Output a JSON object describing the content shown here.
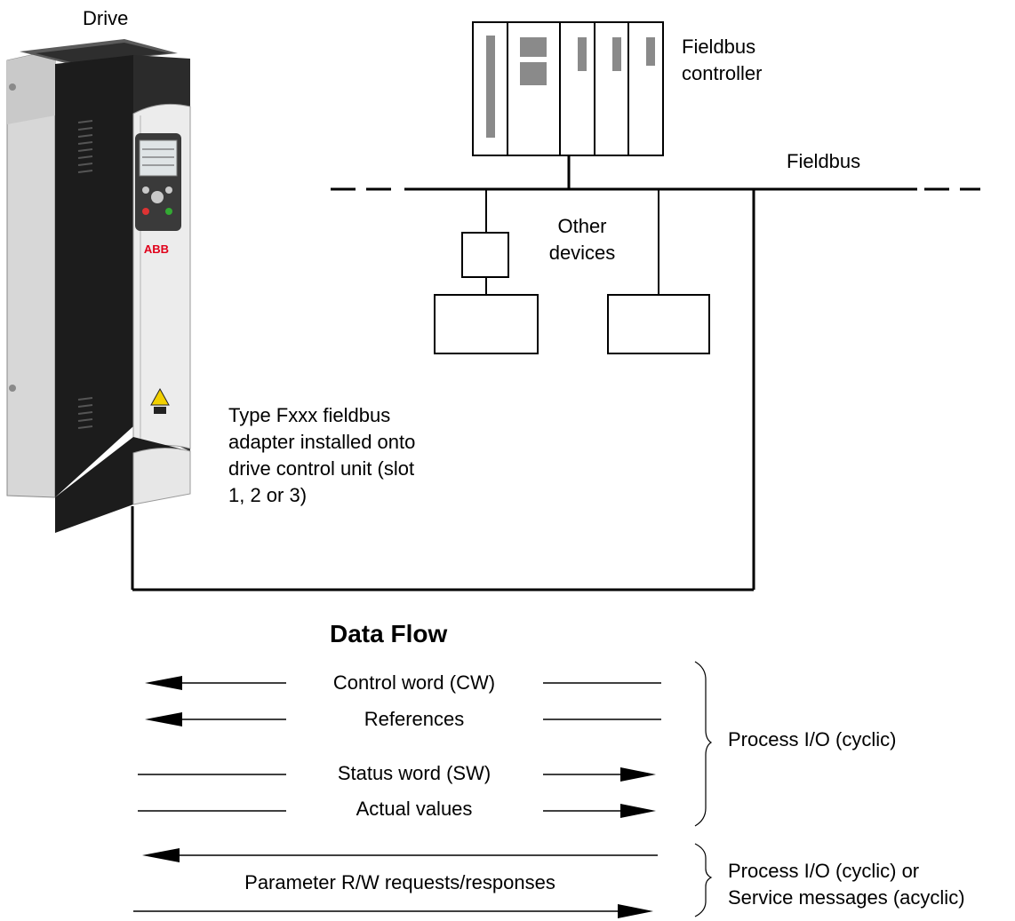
{
  "labels": {
    "drive": "Drive",
    "fieldbus_controller_line1": "Fieldbus",
    "fieldbus_controller_line2": "controller",
    "fieldbus": "Fieldbus",
    "other_devices_line1": "Other",
    "other_devices_line2": "devices",
    "adapter_line1": "Type Fxxx fieldbus",
    "adapter_line2": "adapter installed onto",
    "adapter_line3": "drive control unit (slot",
    "adapter_line4": "1, 2 or 3)"
  },
  "drive_panel": {
    "brand": "ABB"
  },
  "data_flow": {
    "title": "Data Flow",
    "control_word": "Control word (CW)",
    "references": "References",
    "status_word": "Status word (SW)",
    "actual_values": "Actual values",
    "parameter_rw": "Parameter R/W requests/responses",
    "group1_label": "Process I/O (cyclic)",
    "group2_line1": "Process I/O (cyclic) or",
    "group2_line2": "Service messages (acyclic)"
  }
}
